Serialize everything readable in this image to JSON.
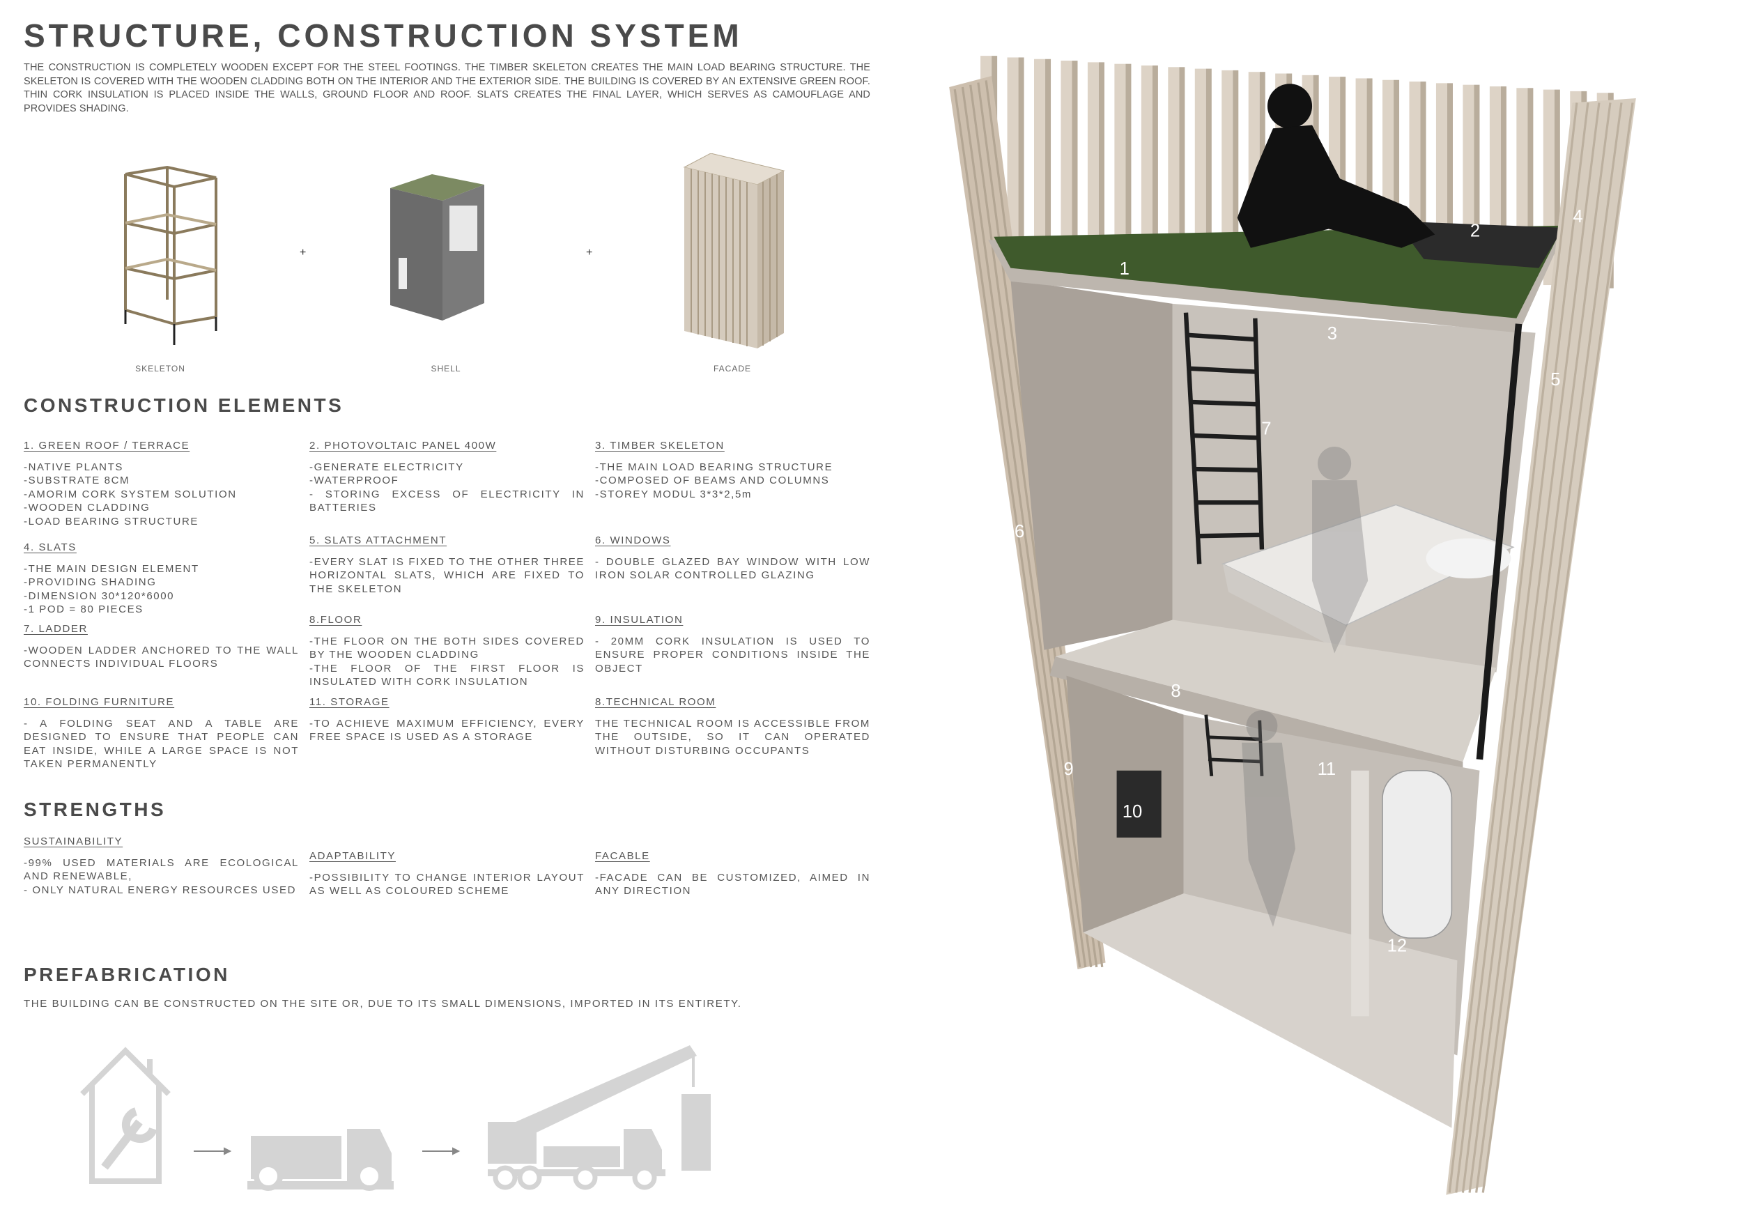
{
  "title": "STRUCTURE, CONSTRUCTION SYSTEM",
  "intro": "THE CONSTRUCTION IS COMPLETELY WOODEN EXCEPT FOR THE STEEL FOOTINGS. THE TIMBER SKELETON CREATES THE MAIN LOAD BEARING STRUCTURE. THE SKELETON IS COVERED WITH THE WOODEN CLADDING BOTH ON THE INTERIOR AND THE EXTERIOR SIDE. THE BUILDING IS COVERED BY AN EXTENSIVE GREEN ROOF. THIN CORK INSULATION IS PLACED INSIDE THE WALLS, GROUND FLOOR AND ROOF. SLATS CREATES THE FINAL LAYER, WHICH SERVES AS CAMOUFLAGE AND PROVIDES SHADING.",
  "diagram": {
    "captions": [
      "SKELETON",
      "SHELL",
      "FACADE"
    ],
    "plus": "+"
  },
  "elements": {
    "heading": "CONSTRUCTION ELEMENTS",
    "items": [
      {
        "title": "1. GREEN ROOF / TERRACE",
        "lines": [
          "-NATIVE PLANTS",
          "-SUBSTRATE 8CM",
          "-AMORIM CORK SYSTEM SOLUTION",
          "-WOODEN CLADDING",
          "-LOAD BEARING STRUCTURE"
        ]
      },
      {
        "title": "2. PHOTOVOLTAIC PANEL 400W",
        "lines": [
          "-GENERATE ELECTRICITY",
          "-WATERPROOF",
          "- STORING EXCESS OF ELECTRICITY IN BATTERIES"
        ]
      },
      {
        "title": "3. TIMBER SKELETON",
        "lines": [
          "-THE MAIN LOAD BEARING STRUCTURE",
          "-COMPOSED OF BEAMS AND COLUMNS",
          "-STOREY MODUL 3*3*2,5m"
        ]
      },
      {
        "title": "4. SLATS",
        "lines": [
          "-THE MAIN DESIGN ELEMENT",
          "-PROVIDING SHADING",
          "-DIMENSION 30*120*6000",
          "-1 POD = 80 PIECES"
        ]
      },
      {
        "title": "5. SLATS ATTACHMENT",
        "lines": [
          "-EVERY SLAT IS FIXED TO THE OTHER THREE HORIZONTAL SLATS, WHICH ARE FIXED TO THE SKELETON"
        ]
      },
      {
        "title": "6. WINDOWS",
        "lines": [
          "- DOUBLE GLAZED BAY WINDOW WITH LOW IRON SOLAR CONTROLLED GLAZING"
        ]
      },
      {
        "title": "7. LADDER",
        "lines": [
          "-WOODEN LADDER ANCHORED TO THE WALL CONNECTS INDIVIDUAL FLOORS"
        ]
      },
      {
        "title": "8.FLOOR",
        "lines": [
          "-THE FLOOR ON THE BOTH SIDES COVERED BY THE WOODEN CLADDING",
          "-THE FLOOR OF THE FIRST FLOOR IS INSULATED WITH CORK INSULATION"
        ]
      },
      {
        "title": "9. INSULATION",
        "lines": [
          "- 20MM CORK INSULATION IS USED TO ENSURE PROPER CONDITIONS INSIDE THE OBJECT"
        ]
      },
      {
        "title": "10. FOLDING FURNITURE",
        "lines": [
          "- A FOLDING SEAT AND A TABLE ARE DESIGNED TO ENSURE THAT PEOPLE CAN EAT INSIDE, WHILE A LARGE SPACE IS NOT TAKEN PERMANENTLY"
        ]
      },
      {
        "title": "11. STORAGE",
        "lines": [
          "-TO ACHIEVE MAXIMUM EFFICIENCY, EVERY FREE SPACE IS USED AS A STORAGE"
        ]
      },
      {
        "title": "8.TECHNICAL ROOM",
        "lines": [
          "THE TECHNICAL ROOM IS ACCESSIBLE FROM THE OUTSIDE, SO IT CAN OPERATED WITHOUT DISTURBING OCCUPANTS"
        ]
      }
    ]
  },
  "strengths": {
    "heading": "STRENGTHS",
    "items": [
      {
        "title": "SUSTAINABILITY",
        "lines": [
          "-99% USED MATERIALS ARE ECOLOGICAL AND RENEWABLE,",
          "- ONLY NATURAL ENERGY RESOURCES USED"
        ]
      },
      {
        "title": "ADAPTABILITY",
        "lines": [
          "-POSSIBILITY TO CHANGE INTERIOR LAYOUT AS WELL AS COLOURED SCHEME"
        ]
      },
      {
        "title": "FACABLE",
        "lines": [
          "-FACADE CAN BE CUSTOMIZED, AIMED IN ANY DIRECTION"
        ]
      }
    ]
  },
  "prefabrication": {
    "heading": "PREFABRICATION",
    "text": "THE BUILDING CAN BE CONSTRUCTED ON THE SITE OR, DUE TO ITS SMALL DIMENSIONS, IMPORTED IN ITS ENTIRETY.",
    "icons": [
      "house-wrench-icon",
      "arrow-right-icon",
      "truck-icon",
      "arrow-right-icon",
      "crane-truck-icon"
    ]
  },
  "section_labels": [
    "1",
    "2",
    "3",
    "4",
    "5",
    "6",
    "7",
    "8",
    "9",
    "10",
    "11",
    "12"
  ],
  "colors": {
    "text": "#555555",
    "heading": "#4a4a4a",
    "wood": "#d3c8b8",
    "grass": "#3f5a2c",
    "icon_grey": "#d4d4d4"
  }
}
